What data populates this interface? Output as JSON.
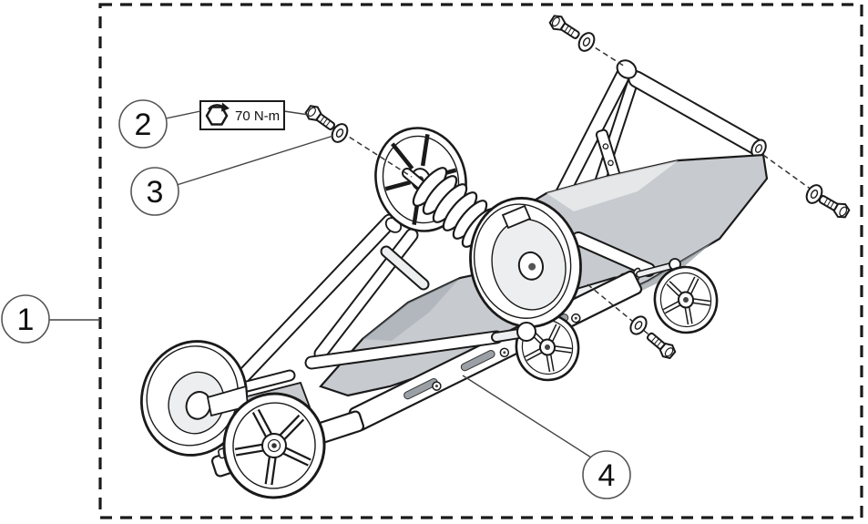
{
  "figure": {
    "torque_label": {
      "text": "70 N-m"
    },
    "callouts": [
      {
        "number": "1"
      },
      {
        "number": "2"
      },
      {
        "number": "3"
      },
      {
        "number": "4"
      }
    ],
    "colors": {
      "line": "#1a1a1a",
      "leader": "#444444",
      "fill-white": "#ffffff",
      "fill-light": "#eceeef",
      "fill-gray": "#c7cbcf",
      "fill-dark": "#9aa0a6",
      "bg": "#ffffff"
    }
  }
}
